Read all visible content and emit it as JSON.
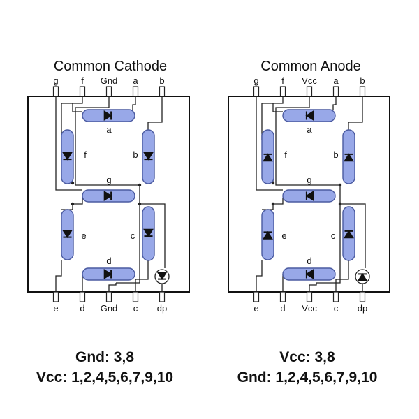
{
  "diagrams": [
    {
      "title": "Common Cathode",
      "polarity": "cathode",
      "top_pins": [
        "g",
        "f",
        "Gnd",
        "a",
        "b"
      ],
      "bottom_pins": [
        "e",
        "d",
        "Gnd",
        "c",
        "dp"
      ],
      "segment_labels": {
        "a": "a",
        "b": "b",
        "c": "c",
        "d": "d",
        "e": "e",
        "f": "f",
        "g": "g"
      },
      "notes": [
        "Gnd: 3,8",
        "Vcc: 1,2,4,5,6,7,9,10"
      ]
    },
    {
      "title": "Common Anode",
      "polarity": "anode",
      "top_pins": [
        "g",
        "f",
        "Vcc",
        "a",
        "b"
      ],
      "bottom_pins": [
        "e",
        "d",
        "Vcc",
        "c",
        "dp"
      ],
      "segment_labels": {
        "a": "a",
        "b": "b",
        "c": "c",
        "d": "d",
        "e": "e",
        "f": "f",
        "g": "g"
      },
      "notes": [
        "Vcc: 3,8",
        "Gnd: 1,2,4,5,6,7,9,10"
      ]
    }
  ],
  "colors": {
    "segment_fill": "#98a8e8",
    "segment_stroke": "#4a5aa0",
    "wire": "#222222"
  }
}
